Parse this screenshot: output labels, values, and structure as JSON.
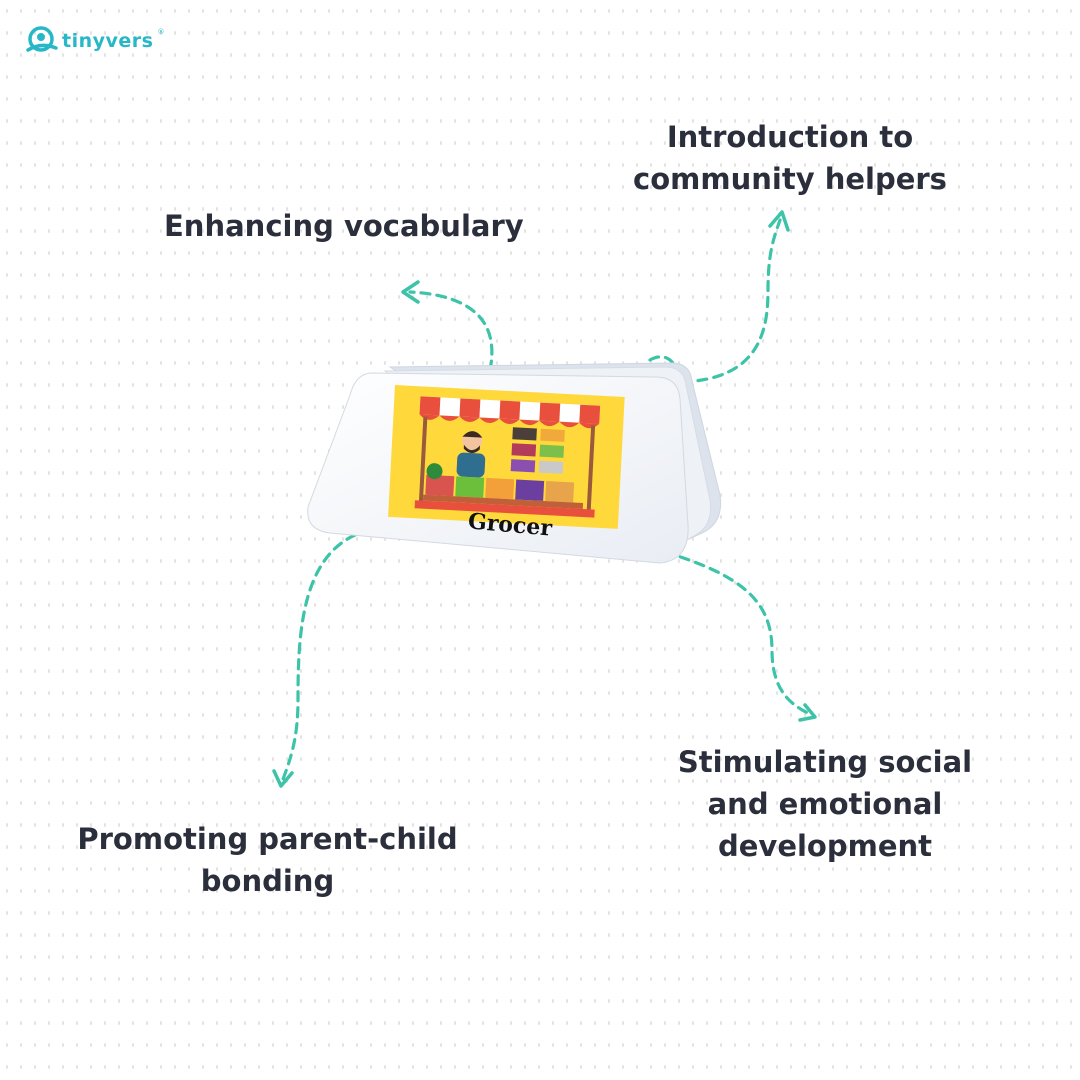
{
  "brand": {
    "name": "tinyvers",
    "registered": "®",
    "color": "#27b7c6"
  },
  "benefits": {
    "vocabulary": "Enhancing vocabulary",
    "community": [
      "Introduction to",
      "community helpers"
    ],
    "bonding": [
      "Promoting parent-child",
      "bonding"
    ],
    "social": [
      "Stimulating social",
      "and emotional",
      "development"
    ]
  },
  "card": {
    "caption": "Grocer"
  },
  "colors": {
    "text": "#2b2e3b",
    "arrow": "#3cc3a8",
    "card_bg": "#ffd93b"
  }
}
